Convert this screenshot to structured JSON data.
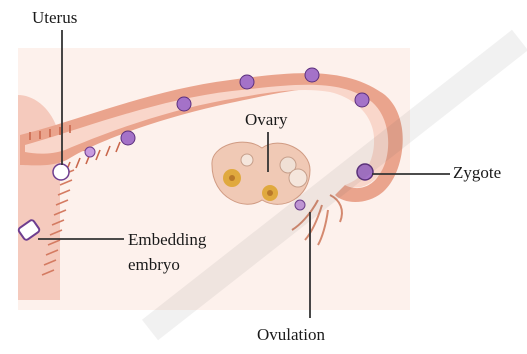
{
  "diagram": {
    "labels": {
      "uterus": "Uterus",
      "ovary": "Ovary",
      "zygote": "Zygote",
      "embedding_line1": "Embedding",
      "embedding_line2": "embryo",
      "ovulation": "Ovulation"
    },
    "colors": {
      "tube_outer": "#e7a58f",
      "tube_inner": "#f7d2c5",
      "tissue_bg": "#fbe6de",
      "cell_purple": "#8e5fb0",
      "cell_purple_dark": "#5b2f7d",
      "ovary_follicle": "#e0a93e",
      "leader_line": "#333333"
    }
  }
}
